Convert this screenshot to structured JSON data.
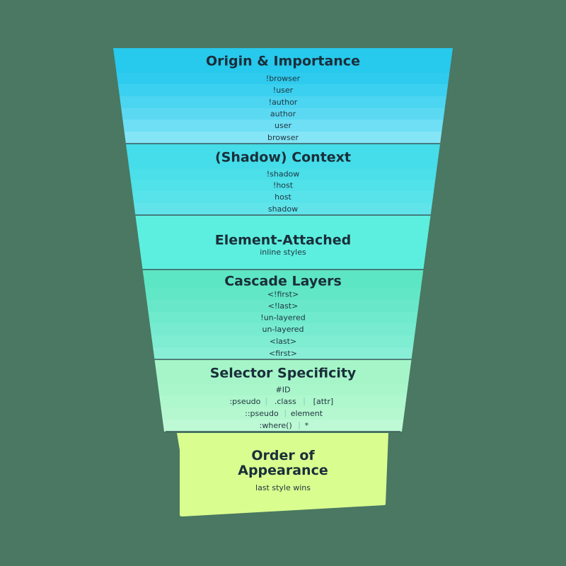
{
  "colors": {
    "background": "#4a7862",
    "text": "#1f3440",
    "separator": "#3a5a5a",
    "pipe": "#8fd6c6"
  },
  "sections": [
    {
      "title": "Origin & Importance",
      "header_color": "#27c9ec",
      "items": [
        {
          "cells": [
            "!browser"
          ],
          "color": "#2fcbee"
        },
        {
          "cells": [
            "!user"
          ],
          "color": "#3bd0ef"
        },
        {
          "cells": [
            "!author"
          ],
          "color": "#4bd5f1"
        },
        {
          "cells": [
            "author"
          ],
          "color": "#5cd9f2"
        },
        {
          "cells": [
            "user"
          ],
          "color": "#6edff4"
        },
        {
          "cells": [
            "browser"
          ],
          "color": "#84e5f6"
        }
      ]
    },
    {
      "title": "(Shadow) Context",
      "header_color": "#44dde9",
      "items": [
        {
          "cells": [
            "!shadow"
          ],
          "color": "#4adfe9"
        },
        {
          "cells": [
            "!host"
          ],
          "color": "#50e1e9"
        },
        {
          "cells": [
            "host"
          ],
          "color": "#58e3ea"
        },
        {
          "cells": [
            "shadow"
          ],
          "color": "#60e4ea"
        }
      ]
    },
    {
      "title": "Element-Attached",
      "subtitle": "inline styles",
      "header_color": "#5cefdf",
      "items": []
    },
    {
      "title": "Cascade Layers",
      "header_color": "#5de6c3",
      "items": [
        {
          "cells": [
            "<!first>"
          ],
          "color": "#62e7c6"
        },
        {
          "cells": [
            "<!last>"
          ],
          "color": "#68e8c9"
        },
        {
          "cells": [
            "!un-layered"
          ],
          "color": "#6feacc"
        },
        {
          "cells": [
            "un-layered"
          ],
          "color": "#76ebcf"
        },
        {
          "cells": [
            "<last>"
          ],
          "color": "#7eedd2"
        },
        {
          "cells": [
            "<first>"
          ],
          "color": "#88efd6"
        }
      ]
    },
    {
      "title": "Selector Specificity",
      "header_color": "#a5f5c8",
      "items": [
        {
          "cells": [
            "#ID"
          ],
          "color": "#a9f6ca"
        },
        {
          "cells": [
            ":pseudo",
            ".class",
            "[attr]"
          ],
          "color": "#aff7cd"
        },
        {
          "cells": [
            "::pseudo",
            "element"
          ],
          "color": "#b5f8d0"
        },
        {
          "cells": [
            ":where()",
            "*"
          ],
          "color": "#bcf9d4"
        }
      ]
    },
    {
      "title": "Order of\nAppearance",
      "subtitle": "last style wins",
      "header_color": "#d9fd8f",
      "items": []
    }
  ]
}
